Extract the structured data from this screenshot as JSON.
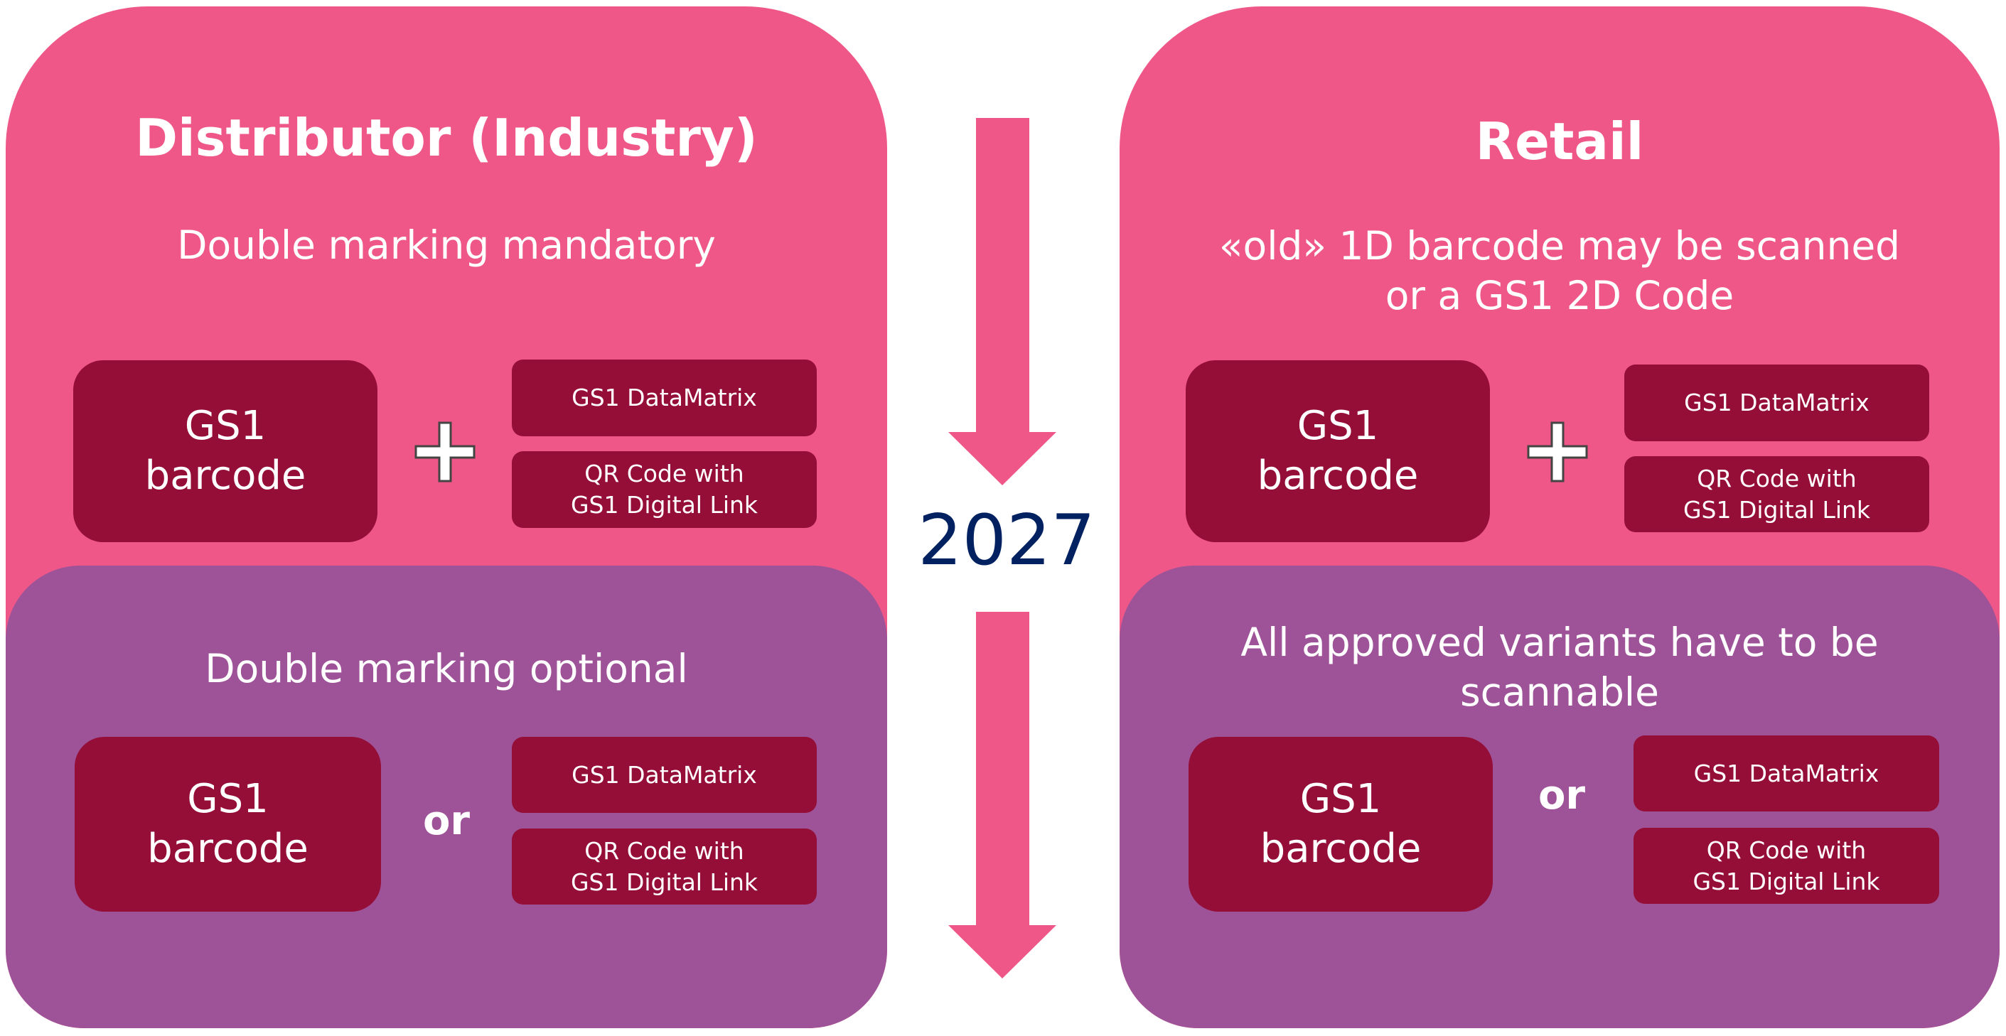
{
  "colors": {
    "panel_top": "#EF5788",
    "panel_bottom": "#9E5398",
    "code_box": "#940E37",
    "arrow": "#EF5788",
    "year_text": "#022160",
    "text": "#FFFFFF"
  },
  "timeline": {
    "year": "2027",
    "arrows": [
      "arrow-down-icon",
      "arrow-down-icon"
    ]
  },
  "distributor": {
    "title": "Distributor (Industry)",
    "before": {
      "heading": "Double marking mandatory",
      "connector": "+",
      "connector_icon": "plus-icon",
      "primary": {
        "line1": "GS1",
        "line2": "barcode"
      },
      "options": [
        {
          "line1": "GS1 DataMatrix",
          "line2": ""
        },
        {
          "line1": "QR Code with",
          "line2": "GS1 Digital Link"
        }
      ]
    },
    "after": {
      "heading": "Double marking optional",
      "connector": "or",
      "primary": {
        "line1": "GS1",
        "line2": "barcode"
      },
      "options": [
        {
          "line1": "GS1 DataMatrix",
          "line2": ""
        },
        {
          "line1": "QR Code with",
          "line2": "GS1 Digital Link"
        }
      ]
    }
  },
  "retail": {
    "title": "Retail",
    "before": {
      "heading_line1": "«old» 1D barcode may be scanned",
      "heading_line2": "or a GS1 2D Code",
      "connector": "+",
      "connector_icon": "plus-icon",
      "primary": {
        "line1": "GS1",
        "line2": "barcode"
      },
      "options": [
        {
          "line1": "GS1 DataMatrix",
          "line2": ""
        },
        {
          "line1": "QR Code with",
          "line2": "GS1 Digital Link"
        }
      ]
    },
    "after": {
      "heading_line1": "All approved variants have to be",
      "heading_line2": "scannable",
      "connector": "or",
      "primary": {
        "line1": "GS1",
        "line2": "barcode"
      },
      "options": [
        {
          "line1": "GS1 DataMatrix",
          "line2": ""
        },
        {
          "line1": "QR Code with",
          "line2": "GS1 Digital Link"
        }
      ]
    }
  }
}
